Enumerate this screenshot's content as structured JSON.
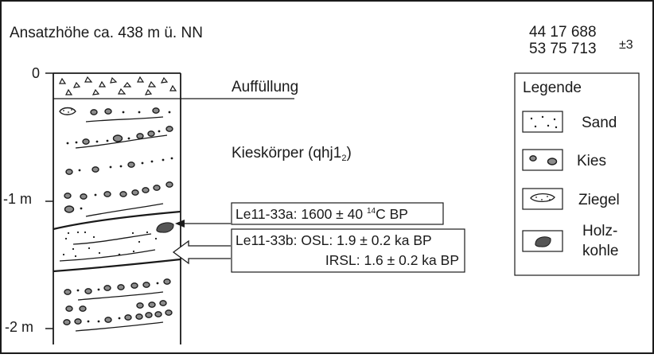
{
  "header": {
    "elevation": "Ansatzhöhe ca. 438 m ü. NN",
    "coord_line1": "44 17 688",
    "coord_line2": "53 75 713",
    "coord_tolerance": "±3"
  },
  "depth_axis": {
    "labels": [
      "0",
      "-1 m",
      "-2 m"
    ]
  },
  "units": {
    "fill": "Auffüllung",
    "gravel_main": "Kieskörper (qhj1",
    "gravel_sub": "2",
    "gravel_close": ")"
  },
  "samples": {
    "c14": {
      "prefix": "Le11-33a: 1600 ± 40 ",
      "sup": "14",
      "suffix": "C BP"
    },
    "osl_line": "Le11-33b: OSL:  1.9 ± 0.2 ka BP",
    "irsl_line": "IRSL:  1.6 ± 0.2 ka BP"
  },
  "legend": {
    "title": "Legende",
    "items": [
      {
        "symbol": "sand-symbol",
        "label": "Sand"
      },
      {
        "symbol": "gravel-symbol",
        "label": "Kies"
      },
      {
        "symbol": "brick-symbol",
        "label": "Ziegel"
      },
      {
        "symbol": "charcoal-symbol",
        "label": "Holz-",
        "label2": "kohle"
      }
    ]
  },
  "colors": {
    "ink": "#1a1a1a",
    "pebble_fill": "#8c8c8c",
    "charcoal_fill": "#555555"
  }
}
